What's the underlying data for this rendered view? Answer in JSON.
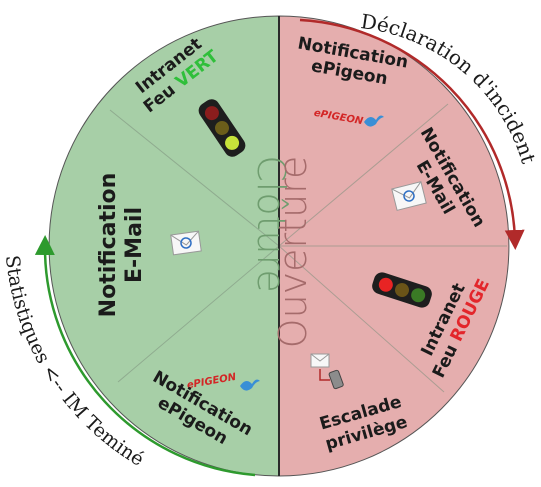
{
  "colors": {
    "green_half": "#a7cfa7",
    "red_half": "#e5aeae",
    "divider": "#2a2a2a",
    "green_arrow": "#2e9a2e",
    "red_arrow": "#b12a2a",
    "vert_text": "#2fbf3a",
    "rouge_text": "#e3262b",
    "epigeon_red": "#d32626",
    "bird_blue": "#3a8fd6"
  },
  "outer": {
    "top_right": "Déclaration d'incident",
    "bottom_left": "Statistiques <-- IM Teminé"
  },
  "halves": {
    "left": "Clôture",
    "right": "Ouverture"
  },
  "segments": {
    "left_top": {
      "line1": "Intranet",
      "line2_prefix": "Feu ",
      "line2_accent": "VERT",
      "icon": "traffic-light-green"
    },
    "left_middle": {
      "line1": "Notification",
      "line2": "E-Mail",
      "icon": "email-envelope"
    },
    "left_bottom": {
      "brand": "ePIGEON",
      "line1": "Notification",
      "line2": "ePigeon",
      "icon": "epigeon-bird"
    },
    "right_top": {
      "line1": "Notification",
      "line2": "ePigeon",
      "brand": "ePIGEON",
      "icon": "epigeon-bird"
    },
    "right_upper": {
      "line1": "Notification",
      "line2": "E-Mail",
      "icon": "email-envelope"
    },
    "right_lower": {
      "line1": "Intranet",
      "line2_prefix": "Feu ",
      "line2_accent": "ROUGE",
      "icon": "traffic-light-red"
    },
    "right_bottom": {
      "line1": "Escalade",
      "line2": "privilège",
      "icon": "email-to-phone"
    }
  }
}
